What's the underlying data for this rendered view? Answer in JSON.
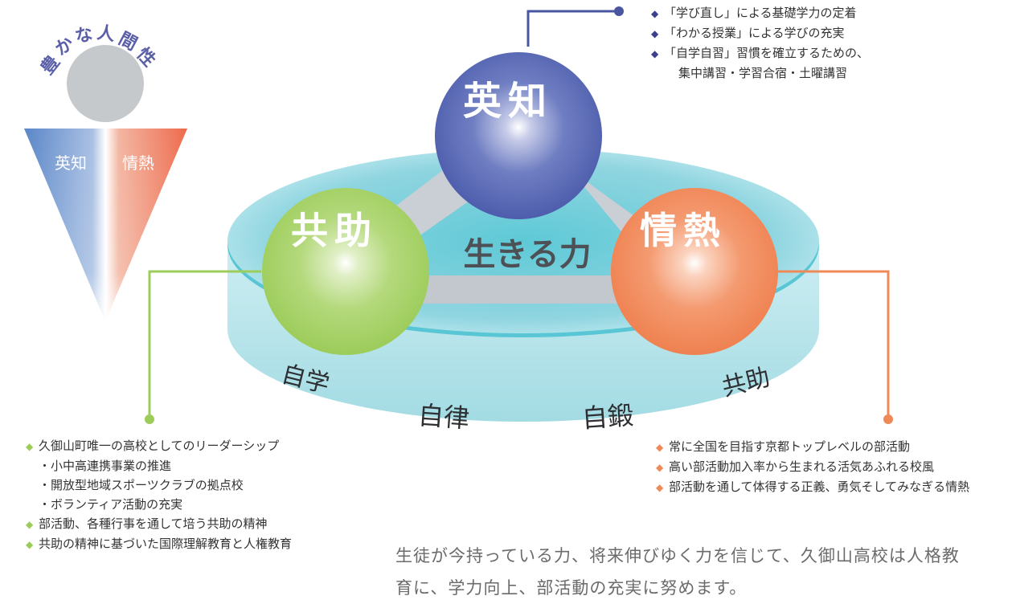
{
  "ningensei": {
    "title_chars": [
      "豊",
      "か",
      "な",
      "人",
      "間",
      "性"
    ],
    "left_label": "英知",
    "right_label": "情熱"
  },
  "spheres": {
    "eichi": "英知",
    "kyojo": "共助",
    "jonetsu": "情熱"
  },
  "center_label": "生きる力",
  "rim_labels": {
    "jigaku": "自学",
    "jiritsu": "自律",
    "jitan": "自鍛",
    "kyojo": "共助"
  },
  "eichi_list": [
    {
      "bullet": "◆",
      "text": "「学び直し」による基礎学力の定着"
    },
    {
      "bullet": "◆",
      "text": "「わかる授業」による学びの充実"
    },
    {
      "bullet": "◆",
      "text": "「自学自習」習慣を確立するための、"
    },
    {
      "bullet": "",
      "text": "集中講習・学習合宿・土曜講習"
    }
  ],
  "kyojo_list": [
    {
      "bullet": "◆",
      "text": "久御山町唯一の高校としてのリーダーシップ"
    },
    {
      "bullet": "",
      "text": "・小中高連携事業の推進"
    },
    {
      "bullet": "",
      "text": "・開放型地域スポーツクラブの拠点校"
    },
    {
      "bullet": "",
      "text": "・ボランティア活動の充実"
    },
    {
      "bullet": "◆",
      "text": "部活動、各種行事を通して培う共助の精神"
    },
    {
      "bullet": "◆",
      "text": "共助の精神に基づいた国際理解教育と人権教育"
    }
  ],
  "jonetsu_list": [
    {
      "bullet": "◆",
      "text": "常に全国を目指す京都トップレベルの部活動"
    },
    {
      "bullet": "◆",
      "text": "高い部活動加入率から生まれる活気あふれる校風"
    },
    {
      "bullet": "◆",
      "text": "部活動を通して体得する正義、勇気そしてみなぎる情熱"
    }
  ],
  "bottom_statement": {
    "line1": "生徒が今持っている力、将来伸びゆく力を信じて、久御山高校は人格教",
    "line2": "育に、学力向上、部活動の充実に努めます。"
  },
  "colors": {
    "eichi": "#5b6ab5",
    "kyojo": "#a9d36b",
    "jonetsu": "#f2865a",
    "platform": "#a6dde4",
    "title": "#5a5fa8",
    "bullet_eichi": "#3b3f8f",
    "bullet_kyojo": "#9ccc5a",
    "bullet_jonetsu": "#ef8a58"
  }
}
